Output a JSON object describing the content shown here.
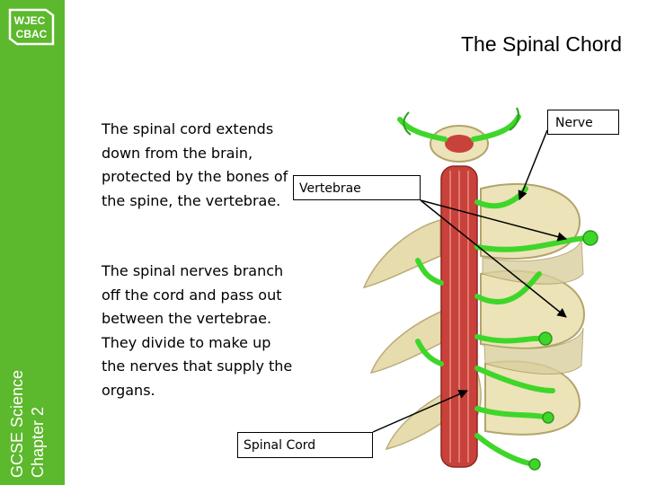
{
  "sidebar": {
    "logo_line1": "WJEC",
    "logo_line2": "CBAC",
    "course_line1": "GCSE  Science",
    "course_line2": "Chapter 2"
  },
  "slide": {
    "title": "The Spinal Chord",
    "paragraph1": "The spinal cord extends down from the brain, protected by the bones of the spine, the vertebrae.",
    "paragraph2": "The spinal nerves branch off the cord and pass out between the vertebrae. They divide to make up the nerves that supply the organs."
  },
  "labels": {
    "nerve": "Nerve",
    "vertebrae": "Vertebrae",
    "spinal_cord": "Spinal Cord"
  },
  "colors": {
    "band": "#5cb82c",
    "nerve": "#3fd62a",
    "cord": "#c8413a",
    "bone": "#e9dfb4"
  }
}
